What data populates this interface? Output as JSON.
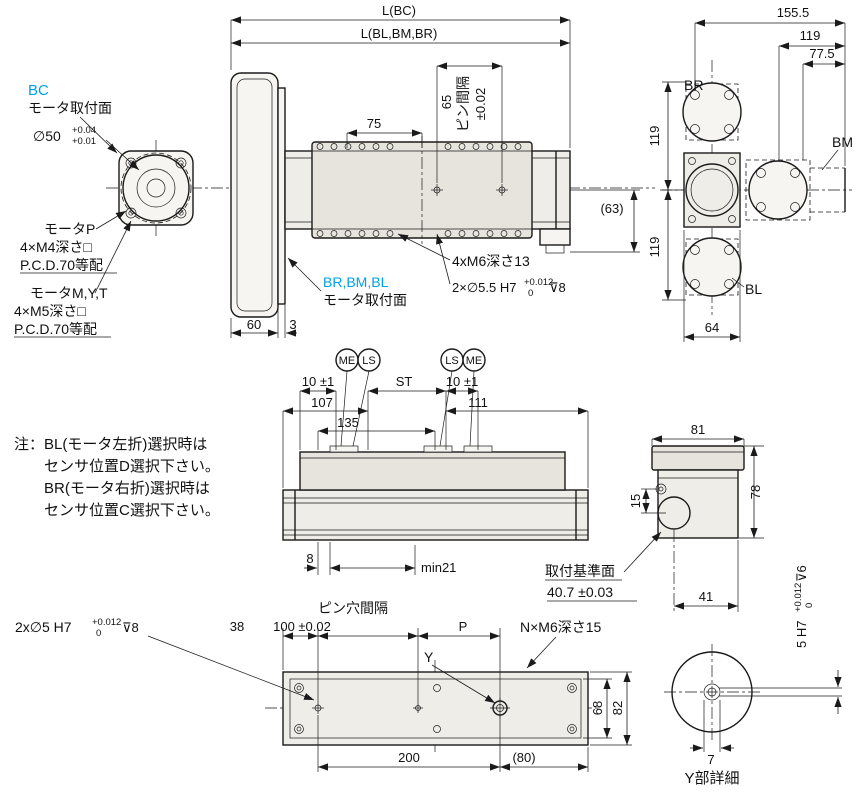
{
  "colors": {
    "accent": "#00a2de",
    "line": "#1a1a1a",
    "bg": "#ffffff"
  },
  "motor_face_view": {
    "code": "BC",
    "face_label": "モータ取付面",
    "bore": "∅50",
    "bore_tol_upper": "+0.04",
    "bore_tol_lower": "+0.01",
    "motor_p_title": "モータP",
    "motor_p_tap": "4×M4深さ□",
    "motor_p_pcd": "P.C.D.70等配",
    "motor_myt_title": "モータM,Y,T",
    "motor_myt_tap": "4×M5深さ□",
    "motor_myt_pcd": "P.C.D.70等配"
  },
  "top_view": {
    "dim_total_bc": "L(BC)",
    "dim_total_folded": "L(BL,BM,BR)",
    "dim_75": "75",
    "pin_pitch_value": "65",
    "pin_pitch_label": "ピン間隔",
    "pin_pitch_tol": "±0.02",
    "dim_60": "60",
    "dim_3": "3",
    "dim_63": "(63)",
    "mount_codes": "BR,BM,BL",
    "mount_face_label": "モータ取付面",
    "tap_note": "4xM6深さ13",
    "dowel_note": "2×∅5.5 H7",
    "dowel_tol_upper": "+0.012",
    "dowel_tol_lower": "0",
    "dowel_depth": "⊽8"
  },
  "end_view": {
    "dim_155_5": "155.5",
    "dim_119_horizontal": "119",
    "dim_77_5": "77.5",
    "label_br": "BR",
    "label_bm": "BM",
    "label_bl": "BL",
    "dim_119_upper": "119",
    "dim_119_lower": "119",
    "dim_64": "64"
  },
  "side_view": {
    "balloon_me_left": "ME",
    "balloon_ls_left": "LS",
    "balloon_ls_right": "LS",
    "balloon_me_right": "ME",
    "dim_10_left": "10 ±1",
    "dim_st": "ST",
    "dim_10_right": "10 ±1",
    "dim_107": "107",
    "dim_111": "111",
    "dim_135": "135",
    "dim_8": "8",
    "dim_min21": "min21"
  },
  "note": {
    "line1": "注：BL(モータ左折)選択時は",
    "line2": "センサ位置D選択下さい。",
    "line3": "BR(モータ右折)選択時は",
    "line4": "センサ位置C選択下さい。"
  },
  "section_view": {
    "dim_81": "81",
    "dim_78": "78",
    "dim_15": "15",
    "datum_label": "取付基準面",
    "datum_dim": "40.7 ±0.03",
    "dim_41": "41"
  },
  "bottom_view": {
    "pin_hole_title": "ピン穴間隔",
    "dowel_note": "2x∅5 H7",
    "dowel_tol_upper": "+0.012",
    "dowel_tol_lower": "0",
    "dowel_depth": "⊽8",
    "dim_38": "38",
    "dim_100": "100 ±0.02",
    "dim_p": "P",
    "tap_note": "N×M6深さ15",
    "label_y": "Y",
    "dim_68": "68",
    "dim_82": "82",
    "dim_200": "200",
    "dim_80": "(80)"
  },
  "y_detail": {
    "hole_size": "5 H7",
    "tol_upper": "+0.012",
    "tol_lower": "0",
    "depth": "⊽6",
    "dim_7": "7",
    "title": "Y部詳細"
  }
}
